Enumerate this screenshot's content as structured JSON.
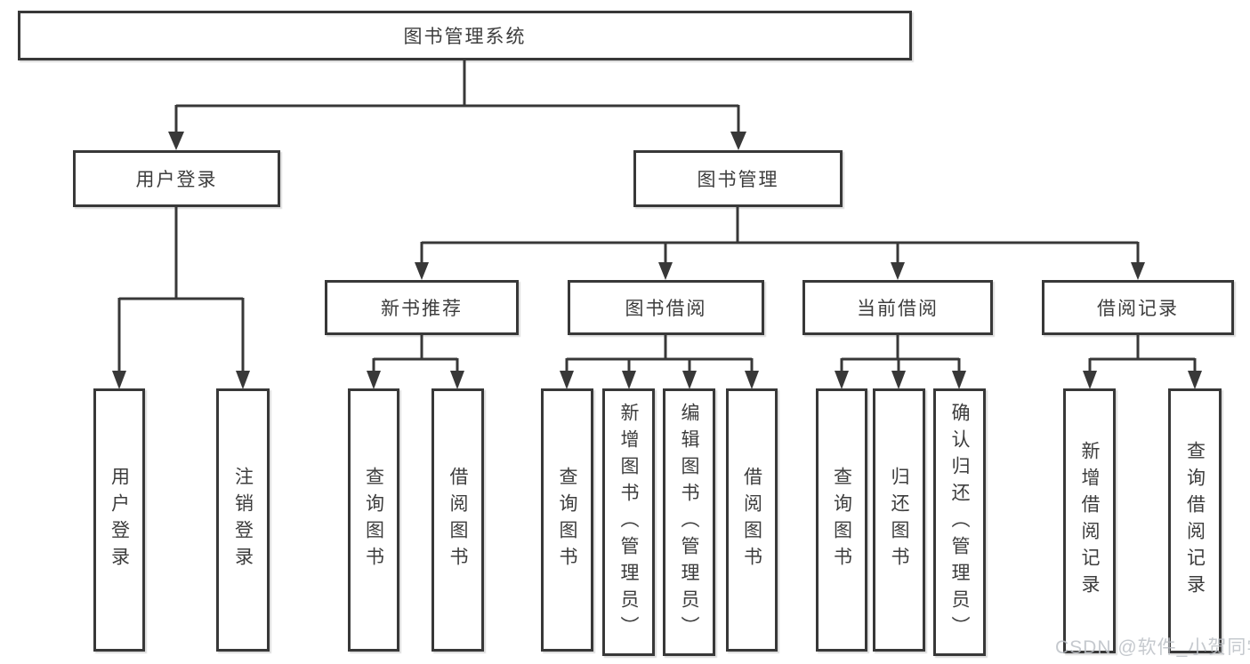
{
  "diagram_title": "图书管理系统",
  "tree": {
    "root": {
      "label": "图书管理系统"
    },
    "branches": [
      {
        "label": "用户登录",
        "children": [
          {
            "label": "用户登录"
          },
          {
            "label": "注销登录"
          }
        ]
      },
      {
        "label": "图书管理",
        "children": [
          {
            "label": "新书推荐",
            "children": [
              {
                "label": "查询图书"
              },
              {
                "label": "借阅图书"
              }
            ]
          },
          {
            "label": "图书借阅",
            "children": [
              {
                "label": "查询图书"
              },
              {
                "label": "新增图书（管理员）"
              },
              {
                "label": "编辑图书（管理员）"
              },
              {
                "label": "借阅图书"
              }
            ]
          },
          {
            "label": "当前借阅",
            "children": [
              {
                "label": "查询图书"
              },
              {
                "label": "归还图书"
              },
              {
                "label": "确认归还（管理员）"
              }
            ]
          },
          {
            "label": "借阅记录",
            "children": [
              {
                "label": "新增借阅记录"
              },
              {
                "label": "查询借阅记录"
              }
            ]
          }
        ]
      }
    ]
  },
  "watermark": {
    "text": "CSDN @软件_小贺同学",
    "color": "#bcc0c6"
  },
  "colors": {
    "border": "#383838",
    "line": "#383838",
    "text": "#3d3d3d",
    "background": "#ffffff"
  }
}
